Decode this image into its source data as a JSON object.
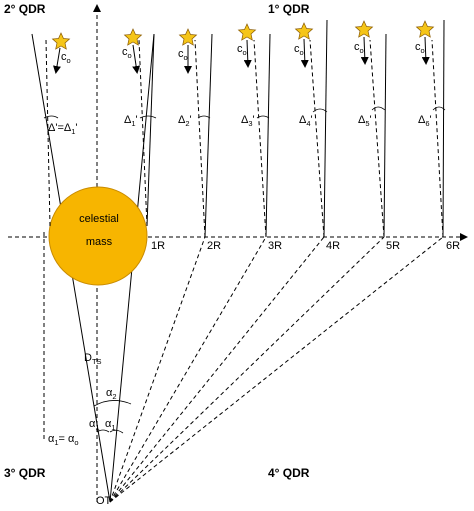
{
  "quadrants": {
    "q1": "1° QDR",
    "q2": "2° QDR",
    "q3": "3° QDR",
    "q4": "4° QDR"
  },
  "observer": "OT",
  "body_label": {
    "line1": "celestial",
    "line2": "mass"
  },
  "distance_label": "D",
  "distance_sub": "TS",
  "alpha1_eq": "α",
  "alpha1_eq_sub": "1",
  "alpha1_eq_rest": "= α",
  "alpha1_eq_sub2": "o",
  "alpha_sym": "α",
  "alpha_sub1": "1",
  "alpha_sub2": "2",
  "delta_main": "Δ'=Δ",
  "delta_main_sub": "1",
  "delta_main_prime": "'",
  "delta_sym": "Δ",
  "prime": "'",
  "c_letter": "c",
  "c_sub": "o",
  "radii": [
    "1R",
    "2R",
    "3R",
    "4R",
    "5R",
    "6R"
  ],
  "delta_subs": [
    "1",
    "2",
    "3",
    "4",
    "5",
    "6"
  ],
  "colors": {
    "star": "#f5c518",
    "star_stroke": "#8a5a00",
    "body": "#f7b500",
    "body_stroke": "#c98b00"
  }
}
